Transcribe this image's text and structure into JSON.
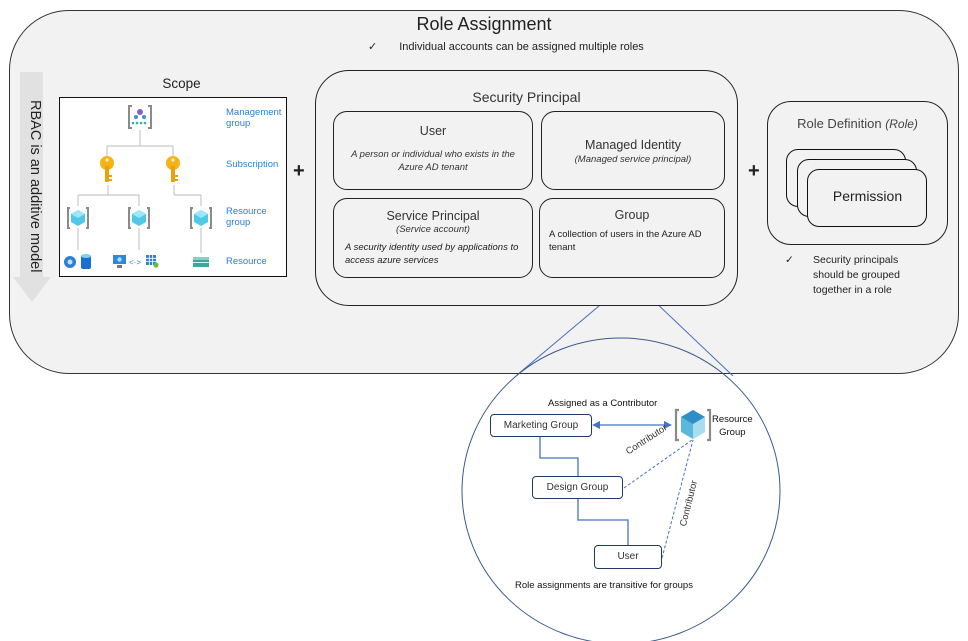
{
  "title": "Role Assignment",
  "subtitle_note": {
    "check": "✓",
    "text": "Individual accounts can be assigned multiple roles"
  },
  "rbac_arrow_label": "RBAC is an additive model",
  "scope": {
    "title": "Scope",
    "levels": [
      "Management group",
      "Subscription",
      "Resource group",
      "Resource"
    ],
    "level_lines": [
      [
        "Management",
        "group"
      ],
      [
        "Subscription"
      ],
      [
        "Resource",
        "group"
      ],
      [
        "Resource"
      ]
    ],
    "icons": {
      "management_group": "management-group-icon",
      "subscription": "key-icon",
      "resource_group": "resource-group-cube-icon",
      "resources": [
        "globe-network-icon",
        "database-cylinder-icon",
        "monitor-vm-icon",
        "code-brackets-icon",
        "grid-app-icon",
        "storage-drawer-icon"
      ]
    }
  },
  "operators": [
    "+",
    "+"
  ],
  "security_principal": {
    "title": "Security Principal",
    "cards": [
      {
        "title": "User",
        "subtitle": "",
        "desc": "A person or individual who exists in the Azure AD tenant"
      },
      {
        "title": "Managed Identity",
        "subtitle": "(Managed service principal)",
        "desc": ""
      },
      {
        "title": "Service Principal",
        "subtitle": "(Service account)",
        "desc": "A security identity used by applications to access azure services"
      },
      {
        "title": "Group",
        "subtitle": "",
        "desc": "A collection of users in the Azure AD tenant"
      }
    ]
  },
  "role_definition": {
    "title": "Role Definition",
    "title_italic": "(Role)",
    "permission_label": "Permission",
    "note": {
      "check": "✓",
      "lines": [
        "Security principals",
        "should be grouped",
        "together in a role"
      ]
    }
  },
  "group_detail": {
    "assigned_label": "Assigned as a Contributor",
    "nodes": [
      "Marketing Group",
      "Design Group",
      "User"
    ],
    "resource_group_label": [
      "Resource",
      "Group"
    ],
    "edge_labels": [
      "Contributor",
      "Contributor"
    ],
    "caption": "Role assignments are transitive for groups",
    "line_color": "#4472c4"
  },
  "colors": {
    "panel_bg": "#f2f2f2",
    "scope_label_blue": "#2b7fd4",
    "accent_blue": "#4472c4"
  }
}
